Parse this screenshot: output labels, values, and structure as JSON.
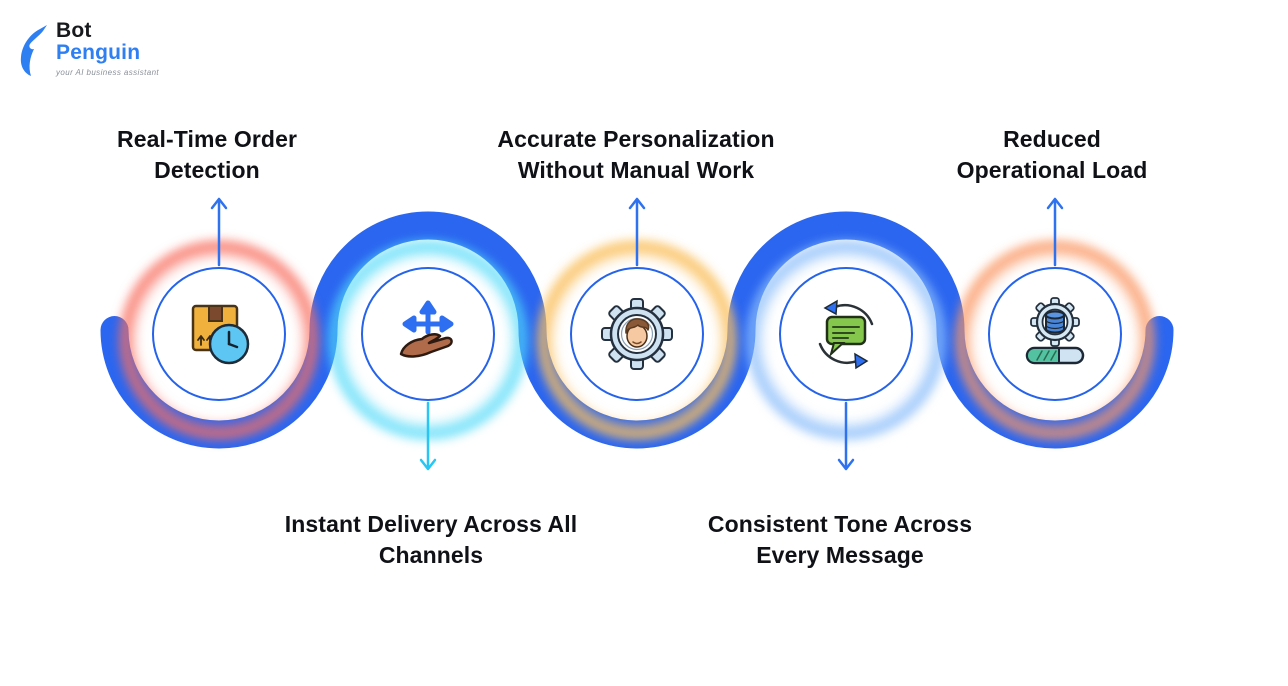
{
  "logo": {
    "brand_top": "Bot",
    "brand_bottom": "Penguin",
    "tagline": "your AI business assistant"
  },
  "colors": {
    "wave_blue": "#2b66f0",
    "circle_border_blue": "#2563eb",
    "arrow_blue": "#2e72f0",
    "arrow_cyan": "#28c6f2",
    "label_text": "#101116",
    "glow_red": "#f86e5f",
    "glow_cyan": "#50daf8",
    "glow_amber": "#fabe5a",
    "glow_light_blue": "#8cbefa",
    "glow_orange": "#fa9662"
  },
  "steps": [
    {
      "label": "Real-Time Order Detection",
      "line1": "Real-Time Order",
      "line2": "Detection",
      "icon": "package-clock-icon",
      "label_position": "top",
      "glow": "red",
      "arrow_color": "blue"
    },
    {
      "label": "Instant Delivery Across All Channels",
      "line1": "Instant Delivery Across All",
      "line2": "Channels",
      "icon": "hand-share-arrows-icon",
      "label_position": "bottom",
      "glow": "cyan",
      "arrow_color": "cyan"
    },
    {
      "label": "Accurate Personalization Without Manual Work",
      "line1": "Accurate Personalization",
      "line2": "Without Manual Work",
      "icon": "gear-person-icon",
      "label_position": "top",
      "glow": "amber",
      "arrow_color": "blue"
    },
    {
      "label": "Consistent Tone Across Every Message",
      "line1": "Consistent Tone Across",
      "line2": "Every Message",
      "icon": "chat-sync-icon",
      "label_position": "bottom",
      "glow": "light_blue",
      "arrow_color": "blue"
    },
    {
      "label": "Reduced Operational Load",
      "line1": "Reduced",
      "line2": "Operational Load",
      "icon": "gear-database-progress-icon",
      "label_position": "top",
      "glow": "orange",
      "arrow_color": "blue"
    }
  ]
}
